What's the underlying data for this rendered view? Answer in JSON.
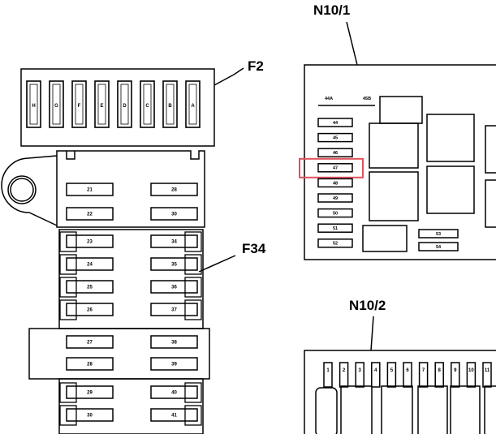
{
  "labels": {
    "f2": "F2",
    "f34": "F34",
    "n10_1": "N10/1",
    "n10_2": "N10/2"
  },
  "f2_slots": [
    "H",
    "G",
    "F",
    "E",
    "D",
    "C",
    "B",
    "A"
  ],
  "f34_fuses": {
    "top_pairs": [
      [
        "21",
        "28"
      ],
      [
        "22",
        "30"
      ]
    ],
    "mid_pairs": [
      [
        "23",
        "34"
      ],
      [
        "24",
        "35"
      ],
      [
        "25",
        "36"
      ],
      [
        "26",
        "37"
      ]
    ],
    "band_pairs": [
      [
        "27",
        "38"
      ],
      [
        "28",
        "39"
      ]
    ],
    "bottom_pairs": [
      [
        "29",
        "40"
      ],
      [
        "30",
        "41"
      ]
    ]
  },
  "n10_1": {
    "top_labels": [
      "44A",
      "45B"
    ],
    "fuses": [
      "44",
      "45",
      "46",
      "47",
      "48",
      "49",
      "50",
      "51",
      "52"
    ],
    "highlighted": "47",
    "extra_fuses": [
      "53",
      "54"
    ],
    "highlight_color": "#e0505a"
  },
  "n10_2": {
    "slots": [
      "1",
      "2",
      "3",
      "4",
      "5",
      "6",
      "7",
      "8",
      "9",
      "10",
      "11"
    ]
  }
}
